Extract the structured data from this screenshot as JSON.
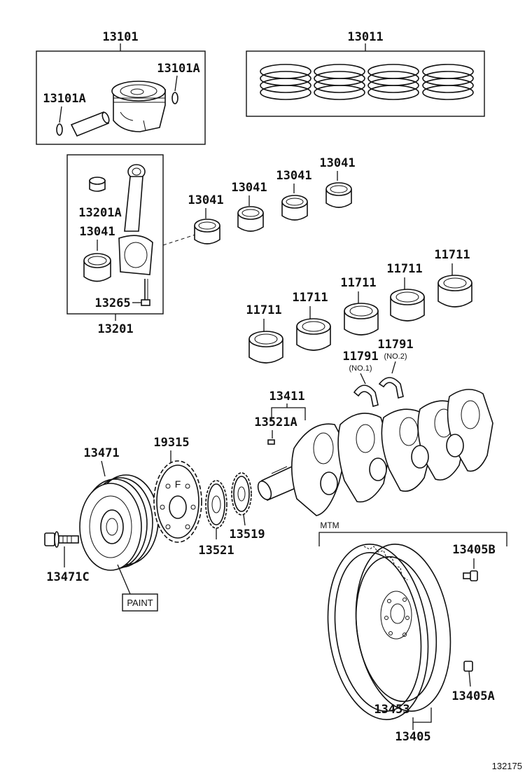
{
  "labels": {
    "piston_set": "13101",
    "piston_clip_right": "13101A",
    "piston_clip_left": "13101A",
    "ring_set": "13011",
    "rod_bushing": "13201A",
    "rod_bearing_in_box": "13041",
    "rod_bolt": "13265",
    "rod_assembly": "13201",
    "rod_bearing_1": "13041",
    "rod_bearing_2": "13041",
    "rod_bearing_3": "13041",
    "rod_bearing_4": "13041",
    "main_bearing_1": "11711",
    "main_bearing_2": "11711",
    "main_bearing_3": "11711",
    "main_bearing_4": "11711",
    "main_bearing_5": "11711",
    "thrust_washer_1": "11791",
    "thrust_washer_1_note": "(NO.1)",
    "thrust_washer_2": "11791",
    "thrust_washer_2_note": "(NO.2)",
    "crankshaft": "13411",
    "crank_key": "13521A",
    "pulley": "13471",
    "pulley_bolt": "13471C",
    "paint_note": "PAINT",
    "signal_plate": "19315",
    "crank_sprocket": "13521",
    "sprocket_2": "13519",
    "mtm_note": "MTM",
    "flywheel_bolt": "13405B",
    "flywheel_pin": "13405A",
    "ring_gear": "13453",
    "flywheel": "13405",
    "diagram_id": "132175"
  }
}
